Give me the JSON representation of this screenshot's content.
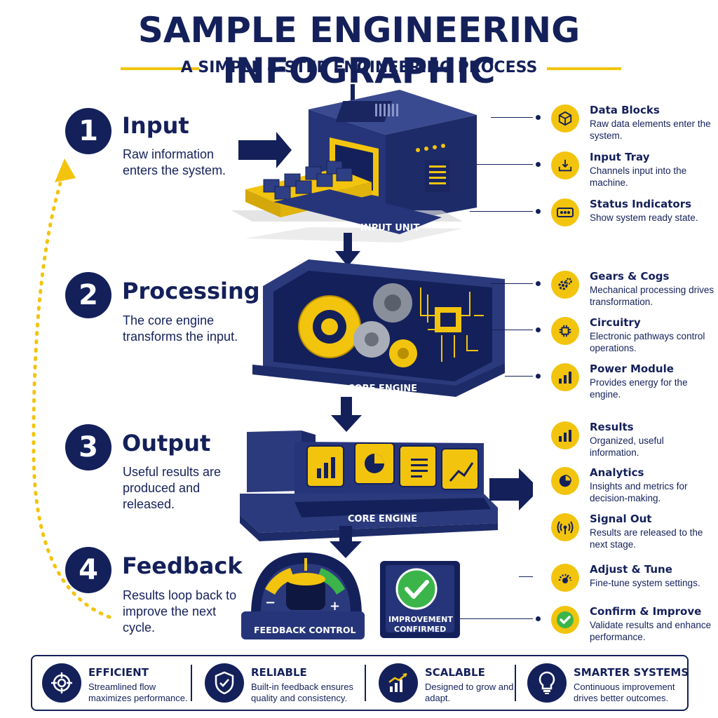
{
  "title": "SAMPLE ENGINEERING INFOGRAPHIC",
  "subtitle": "A SIMPLE 4-STEP ENGINEERING PROCESS",
  "steps": [
    {
      "number": "1",
      "title": "Input",
      "description": "Raw information enters the system."
    },
    {
      "number": "2",
      "title": "Processing",
      "description": "The core engine transforms the input."
    },
    {
      "number": "3",
      "title": "Output",
      "description": "Useful results are produced and released."
    },
    {
      "number": "4",
      "title": "Feedback",
      "description": "Results loop back to improve the next cycle."
    }
  ],
  "machine_labels": {
    "input_unit": "INPUT UNIT",
    "core_engine": "CORE ENGINE",
    "output_engine": "CORE ENGINE",
    "feedback_control": "FEEDBACK CONTROL",
    "feedback_minus": "−",
    "feedback_plus": "+",
    "improvement_line1": "IMPROVEMENT",
    "improvement_line2": "CONFIRMED"
  },
  "features": [
    {
      "icon": "cube-icon",
      "title": "Data Blocks",
      "description": "Raw data elements enter the system."
    },
    {
      "icon": "tray-icon",
      "title": "Input Tray",
      "description": "Channels input into the machine."
    },
    {
      "icon": "status-lights-icon",
      "title": "Status Indicators",
      "description": "Show system ready state."
    },
    {
      "icon": "gears-icon",
      "title": "Gears & Cogs",
      "description": "Mechanical processing drives transformation."
    },
    {
      "icon": "chip-icon",
      "title": "Circuitry",
      "description": "Electronic pathways control operations."
    },
    {
      "icon": "power-bars-icon",
      "title": "Power Module",
      "description": "Provides energy for the engine."
    },
    {
      "icon": "bar-chart-icon",
      "title": "Results",
      "description": "Organized, useful information."
    },
    {
      "icon": "pie-chart-icon",
      "title": "Analytics",
      "description": "Insights and metrics for decision-making."
    },
    {
      "icon": "signal-icon",
      "title": "Signal Out",
      "description": "Results are released to the next stage."
    },
    {
      "icon": "dial-icon",
      "title": "Adjust & Tune",
      "description": "Fine-tune system settings."
    },
    {
      "icon": "check-icon",
      "title": "Confirm & Improve",
      "description": "Validate results and enhance performance."
    }
  ],
  "footer": [
    {
      "icon": "target-icon",
      "title": "EFFICIENT",
      "description": "Streamlined flow maximizes performance."
    },
    {
      "icon": "shield-check-icon",
      "title": "RELIABLE",
      "description": "Built-in feedback ensures quality and consistency."
    },
    {
      "icon": "growth-chart-icon",
      "title": "SCALABLE",
      "description": "Designed to grow and adapt."
    },
    {
      "icon": "lightbulb-icon",
      "title": "SMARTER SYSTEMS",
      "description": "Continuous improvement drives better outcomes."
    }
  ],
  "colors": {
    "navy": "#14205a",
    "yellow": "#f2c40e",
    "machine": "#2b3a7c",
    "green": "#3bb54a"
  }
}
